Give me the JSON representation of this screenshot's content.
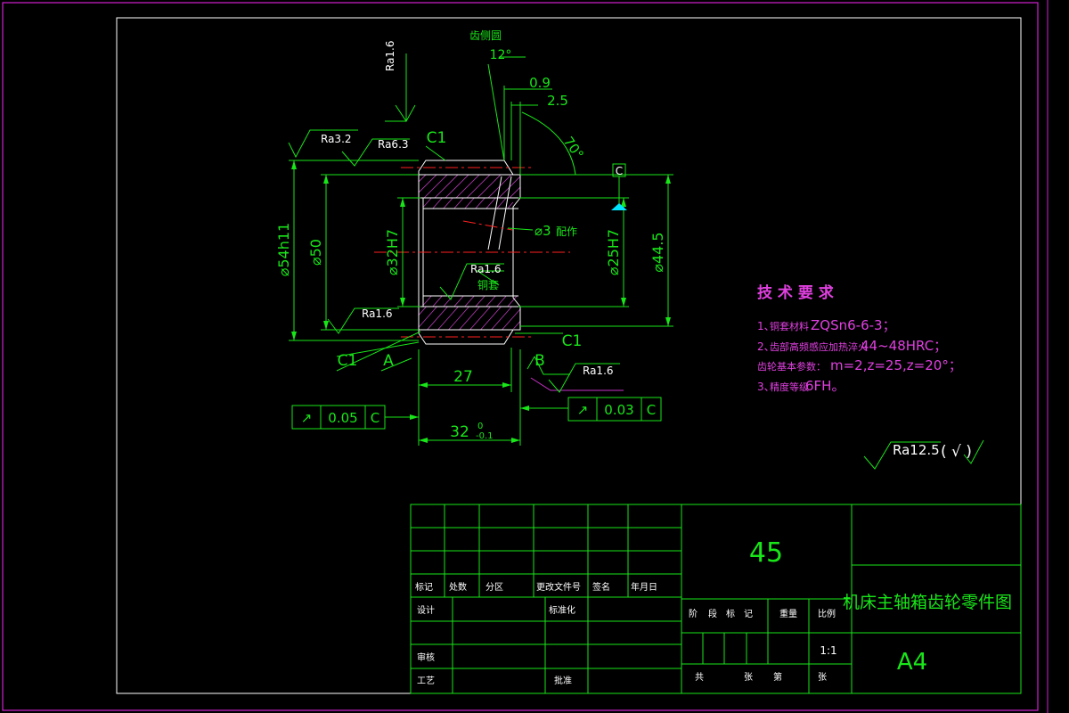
{
  "colors": {
    "background": "#000000",
    "frame_border": "#d020d0",
    "drawing_lines": "#19e619",
    "geometry_lines": "#ffffff",
    "center_lines": "#ff2020",
    "hatch": "#b43cb4",
    "notes_text": "#e040e0",
    "datum_marker": "#00e5ff"
  },
  "drawing": {
    "annotations": {
      "top_label": "齿侧圆",
      "angle_12": "12°",
      "dim_09": "0.9",
      "dim_25": "2.5",
      "angle_70": "70°",
      "c1_top": "C1",
      "c1_right": "C1",
      "c1_left": "C1",
      "datum_c": "C",
      "datum_a": "A",
      "datum_b": "B",
      "hole_phi3": "⌀3",
      "hole_note": "配作",
      "sleeve_label": "铜套"
    },
    "roughness": {
      "ra16_top": "Ra1.6",
      "ra32": "Ra3.2",
      "ra63": "Ra6.3",
      "ra16_inner": "Ra1.6",
      "ra16_bottom": "Ra1.6",
      "ra16_right": "Ra1.6",
      "general": "Ra12.5",
      "general_suffix": "( √ )"
    },
    "dimensions": {
      "d54": "⌀54h11",
      "d50": "⌀50",
      "d32": "⌀32H7",
      "d25": "⌀25H7",
      "d445": "⌀44.5",
      "w27": "27",
      "w32": "32",
      "w32_upper": "0",
      "w32_lower": "-0.1"
    },
    "tolerance_frames": [
      {
        "symbol": "↗",
        "value": "0.05",
        "datum": "C"
      },
      {
        "symbol": "↗",
        "value": "0.03",
        "datum": "C"
      }
    ]
  },
  "tech_requirements": {
    "title": "技 术 要 求",
    "lines": [
      {
        "num": "1、",
        "label": "铜套材料",
        "value": "ZQSn6-6-3；"
      },
      {
        "num": "2、",
        "label": "齿部高频感应加热淬火",
        "value": "44~48HRC；"
      },
      {
        "num": "",
        "label": "齿轮基本参数：",
        "value": "m=2,z=25,z=20°；"
      },
      {
        "num": "3、",
        "label": "精度等级",
        "value": "6FH。"
      }
    ]
  },
  "title_block": {
    "material": "45",
    "drawing_title": "机床主轴箱齿轮零件图",
    "sheet_size": "A4",
    "scale": "1:1",
    "headers": [
      "标记",
      "处数",
      "分区",
      "更改文件号",
      "签名",
      "年月日"
    ],
    "sign_rows": [
      "设计",
      "审核",
      "工艺"
    ],
    "mid_labels": [
      "标准化",
      "批准"
    ],
    "stage_labels": [
      "阶",
      "段",
      "标",
      "记"
    ],
    "weight_label": "重量",
    "scale_label": "比例",
    "sheet_labels": [
      "共",
      "张",
      "第",
      "张"
    ]
  }
}
